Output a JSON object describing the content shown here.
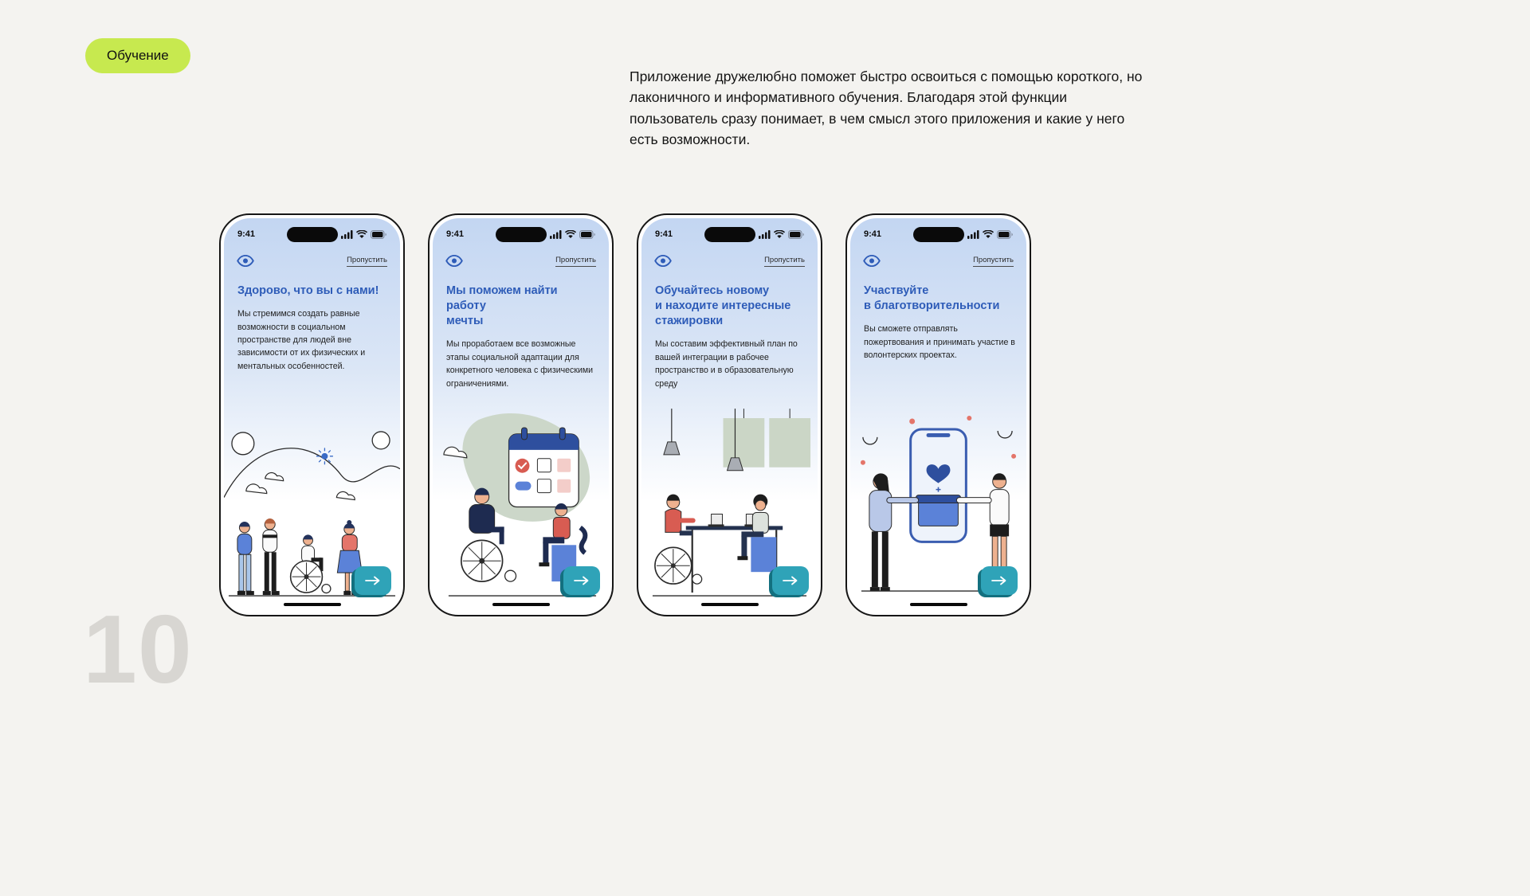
{
  "page": {
    "badge": "Обучение",
    "description": "Приложение дружелюбно поможет быстро освоиться с помощью короткого, но лаконичного и информативного обучения. Благодаря этой функции пользователь сразу понимает, в чем смысл этого приложения и какие у него есть возможности.",
    "page_number": "10"
  },
  "icons": {
    "app_logo": "eye-icon",
    "next_button": "arrow-right-icon",
    "status": [
      "signal-icon",
      "wifi-icon",
      "battery-icon"
    ]
  },
  "colors": {
    "page_bg": "#f4f3f0",
    "badge_bg": "#c7e94f",
    "title_blue": "#2e5cb8",
    "button_teal": "#2fa3b8",
    "button_teal_shadow": "#13707f",
    "screen_top": "#c3d6f2",
    "page_number_gray": "#d8d6d2"
  },
  "phones": [
    {
      "time": "9:41",
      "skip": "Пропустить",
      "title": "Здорово, что вы с нами!",
      "body": "Мы стремимся создать равные возможности в социальном пространстве для людей вне зависимости от их физических и ментальных особенностей."
    },
    {
      "time": "9:41",
      "skip": "Пропустить",
      "title": "Мы поможем найти работу\nмечты",
      "body": "Мы проработаем все возможные этапы социальной адаптации для конкретного человека с физическими ограничениями."
    },
    {
      "time": "9:41",
      "skip": "Пропустить",
      "title": "Обучайтесь новому\nи находите интересные\nстажировки",
      "body": "Мы составим эффективный план по вашей интеграции в рабочее пространство и в образовательную среду"
    },
    {
      "time": "9:41",
      "skip": "Пропустить",
      "title": "Участвуйте\nв благотворительности",
      "body": "Вы сможете отправлять пожертвования и принимать участие в волонтерских проектах."
    }
  ]
}
